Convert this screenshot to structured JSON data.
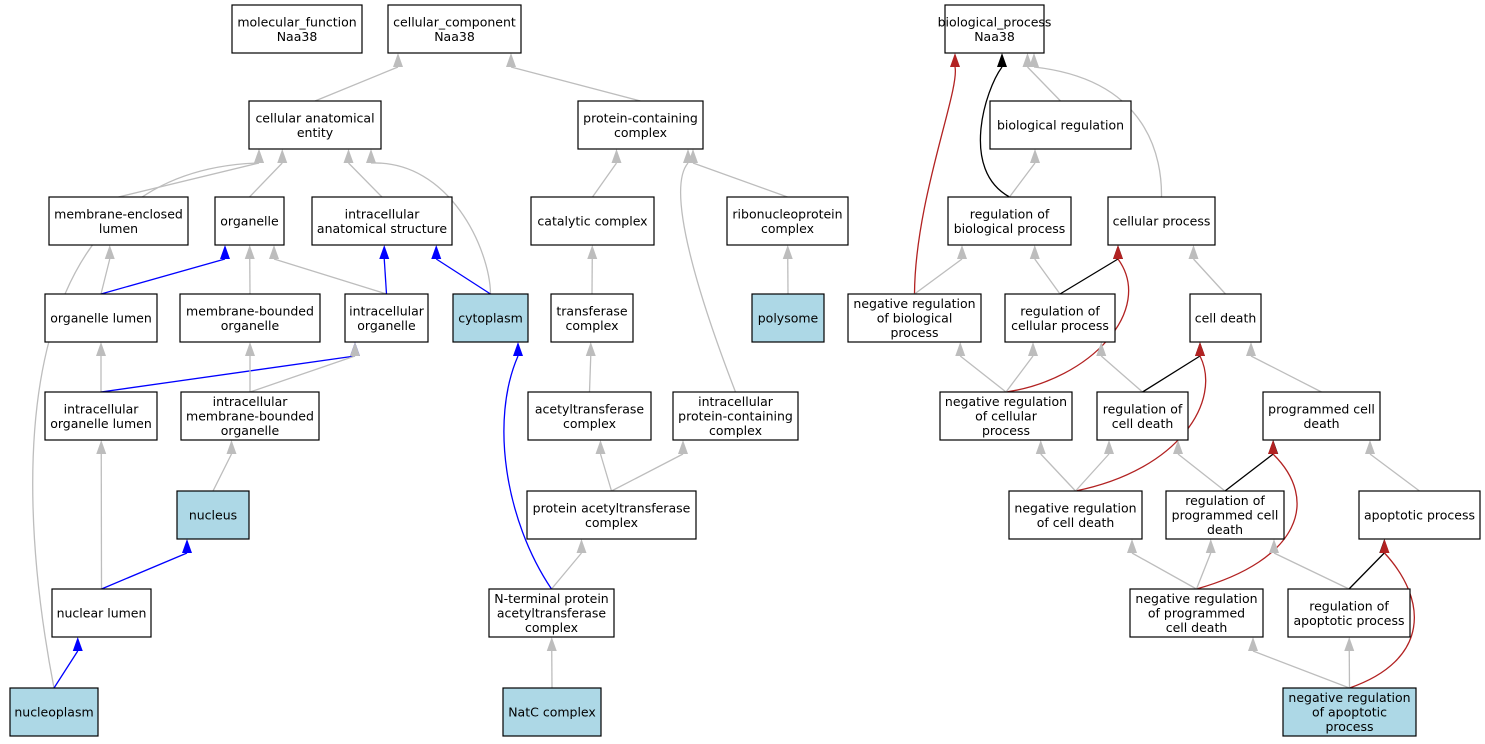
{
  "graph": {
    "colors": {
      "is_a": "#bdbdbd",
      "part_of": "#0000ff",
      "regulates": "#000000",
      "negatively_regulates": "#b22222",
      "highlight_fill": "#add8e6",
      "node_fill": "#ffffff"
    },
    "nodes": {
      "mf": {
        "lines": [
          "molecular_function",
          "Naa38"
        ],
        "highlight": false
      },
      "cc": {
        "lines": [
          "cellular_component",
          "Naa38"
        ],
        "highlight": false
      },
      "bp": {
        "lines": [
          "biological_process",
          "Naa38"
        ],
        "highlight": false
      },
      "cae": {
        "lines": [
          "cellular anatomical",
          "entity"
        ],
        "highlight": false
      },
      "pcc": {
        "lines": [
          "protein-containing",
          "complex"
        ],
        "highlight": false
      },
      "breg": {
        "lines": [
          "biological regulation"
        ],
        "highlight": false
      },
      "mel": {
        "lines": [
          "membrane-enclosed",
          "lumen"
        ],
        "highlight": false
      },
      "org": {
        "lines": [
          "organelle"
        ],
        "highlight": false
      },
      "ias": {
        "lines": [
          "intracellular",
          "anatomical structure"
        ],
        "highlight": false
      },
      "catc": {
        "lines": [
          "catalytic complex"
        ],
        "highlight": false
      },
      "rnp": {
        "lines": [
          "ribonucleoprotein",
          "complex"
        ],
        "highlight": false
      },
      "robp": {
        "lines": [
          "regulation of",
          "biological process"
        ],
        "highlight": false
      },
      "cproc": {
        "lines": [
          "cellular process"
        ],
        "highlight": false
      },
      "orgl": {
        "lines": [
          "organelle lumen"
        ],
        "highlight": false
      },
      "mbo": {
        "lines": [
          "membrane-bounded",
          "organelle"
        ],
        "highlight": false
      },
      "io": {
        "lines": [
          "intracellular",
          "organelle"
        ],
        "highlight": false
      },
      "cyto": {
        "lines": [
          "cytoplasm"
        ],
        "highlight": true
      },
      "trc": {
        "lines": [
          "transferase",
          "complex"
        ],
        "highlight": false
      },
      "poly": {
        "lines": [
          "polysome"
        ],
        "highlight": true
      },
      "nrbp": {
        "lines": [
          "negative regulation",
          "of biological",
          "process"
        ],
        "highlight": false
      },
      "rcp": {
        "lines": [
          "regulation of",
          "cellular process"
        ],
        "highlight": false
      },
      "cd": {
        "lines": [
          "cell death"
        ],
        "highlight": false
      },
      "iol": {
        "lines": [
          "intracellular",
          "organelle lumen"
        ],
        "highlight": false
      },
      "imbo": {
        "lines": [
          "intracellular",
          "membrane-bounded",
          "organelle"
        ],
        "highlight": false
      },
      "actc": {
        "lines": [
          "acetyltransferase",
          "complex"
        ],
        "highlight": false
      },
      "ipcc": {
        "lines": [
          "intracellular",
          "protein-containing",
          "complex"
        ],
        "highlight": false
      },
      "nrcp": {
        "lines": [
          "negative regulation",
          "of cellular",
          "process"
        ],
        "highlight": false
      },
      "rcd": {
        "lines": [
          "regulation of",
          "cell death"
        ],
        "highlight": false
      },
      "pcd": {
        "lines": [
          "programmed cell",
          "death"
        ],
        "highlight": false
      },
      "nuc": {
        "lines": [
          "nucleus"
        ],
        "highlight": true
      },
      "pac": {
        "lines": [
          "protein acetyltransferase",
          "complex"
        ],
        "highlight": false
      },
      "nrcd": {
        "lines": [
          "negative regulation",
          "of cell death"
        ],
        "highlight": false
      },
      "rpcd": {
        "lines": [
          "regulation of",
          "programmed cell",
          "death"
        ],
        "highlight": false
      },
      "ap": {
        "lines": [
          "apoptotic process"
        ],
        "highlight": false
      },
      "nl": {
        "lines": [
          "nuclear lumen"
        ],
        "highlight": false
      },
      "ntpac": {
        "lines": [
          "N-terminal protein",
          "acetyltransferase",
          "complex"
        ],
        "highlight": false
      },
      "nrpcd": {
        "lines": [
          "negative regulation",
          "of programmed",
          "cell death"
        ],
        "highlight": false
      },
      "rap": {
        "lines": [
          "regulation of",
          "apoptotic process"
        ],
        "highlight": false
      },
      "np": {
        "lines": [
          "nucleoplasm"
        ],
        "highlight": true
      },
      "natc": {
        "lines": [
          "NatC complex"
        ],
        "highlight": true
      },
      "nrap": {
        "lines": [
          "negative regulation",
          "of apoptotic",
          "process"
        ],
        "highlight": true
      }
    },
    "edges": [
      {
        "from": "cae",
        "to": "cc",
        "type": "is_a"
      },
      {
        "from": "pcc",
        "to": "cc",
        "type": "is_a"
      },
      {
        "from": "mel",
        "to": "cae",
        "type": "is_a"
      },
      {
        "from": "org",
        "to": "cae",
        "type": "is_a"
      },
      {
        "from": "ias",
        "to": "cae",
        "type": "is_a"
      },
      {
        "from": "cyto",
        "to": "cae",
        "type": "is_a"
      },
      {
        "from": "np",
        "to": "cae",
        "type": "is_a"
      },
      {
        "from": "catc",
        "to": "pcc",
        "type": "is_a"
      },
      {
        "from": "rnp",
        "to": "pcc",
        "type": "is_a"
      },
      {
        "from": "ipcc",
        "to": "pcc",
        "type": "is_a"
      },
      {
        "from": "orgl",
        "to": "mel",
        "type": "is_a"
      },
      {
        "from": "orgl",
        "to": "org",
        "type": "part_of"
      },
      {
        "from": "mbo",
        "to": "org",
        "type": "is_a"
      },
      {
        "from": "io",
        "to": "org",
        "type": "is_a"
      },
      {
        "from": "io",
        "to": "ias",
        "type": "part_of"
      },
      {
        "from": "cyto",
        "to": "ias",
        "type": "part_of"
      },
      {
        "from": "trc",
        "to": "catc",
        "type": "is_a"
      },
      {
        "from": "poly",
        "to": "rnp",
        "type": "is_a"
      },
      {
        "from": "iol",
        "to": "orgl",
        "type": "is_a"
      },
      {
        "from": "iol",
        "to": "io",
        "type": "part_of"
      },
      {
        "from": "imbo",
        "to": "mbo",
        "type": "is_a"
      },
      {
        "from": "imbo",
        "to": "io",
        "type": "is_a"
      },
      {
        "from": "actc",
        "to": "trc",
        "type": "is_a"
      },
      {
        "from": "nuc",
        "to": "imbo",
        "type": "is_a"
      },
      {
        "from": "pac",
        "to": "actc",
        "type": "is_a"
      },
      {
        "from": "pac",
        "to": "ipcc",
        "type": "is_a"
      },
      {
        "from": "nl",
        "to": "iol",
        "type": "is_a"
      },
      {
        "from": "nl",
        "to": "nuc",
        "type": "part_of"
      },
      {
        "from": "ntpac",
        "to": "pac",
        "type": "is_a"
      },
      {
        "from": "ntpac",
        "to": "cyto",
        "type": "part_of"
      },
      {
        "from": "np",
        "to": "nl",
        "type": "part_of"
      },
      {
        "from": "natc",
        "to": "ntpac",
        "type": "is_a"
      },
      {
        "from": "breg",
        "to": "bp",
        "type": "is_a"
      },
      {
        "from": "cproc",
        "to": "bp",
        "type": "is_a"
      },
      {
        "from": "robp",
        "to": "bp",
        "type": "regulates"
      },
      {
        "from": "nrbp",
        "to": "bp",
        "type": "negatively_regulates"
      },
      {
        "from": "robp",
        "to": "breg",
        "type": "is_a"
      },
      {
        "from": "nrbp",
        "to": "robp",
        "type": "is_a"
      },
      {
        "from": "rcp",
        "to": "robp",
        "type": "is_a"
      },
      {
        "from": "rcp",
        "to": "cproc",
        "type": "regulates"
      },
      {
        "from": "nrcp",
        "to": "cproc",
        "type": "negatively_regulates"
      },
      {
        "from": "cd",
        "to": "cproc",
        "type": "is_a"
      },
      {
        "from": "nrcp",
        "to": "nrbp",
        "type": "is_a"
      },
      {
        "from": "nrcp",
        "to": "rcp",
        "type": "is_a"
      },
      {
        "from": "rcd",
        "to": "rcp",
        "type": "is_a"
      },
      {
        "from": "rcd",
        "to": "cd",
        "type": "regulates"
      },
      {
        "from": "nrcd",
        "to": "cd",
        "type": "negatively_regulates"
      },
      {
        "from": "pcd",
        "to": "cd",
        "type": "is_a"
      },
      {
        "from": "nrcd",
        "to": "nrcp",
        "type": "is_a"
      },
      {
        "from": "nrcd",
        "to": "rcd",
        "type": "is_a"
      },
      {
        "from": "rpcd",
        "to": "rcd",
        "type": "is_a"
      },
      {
        "from": "rpcd",
        "to": "pcd",
        "type": "regulates"
      },
      {
        "from": "nrpcd",
        "to": "pcd",
        "type": "negatively_regulates"
      },
      {
        "from": "ap",
        "to": "pcd",
        "type": "is_a"
      },
      {
        "from": "nrpcd",
        "to": "nrcd",
        "type": "is_a"
      },
      {
        "from": "nrpcd",
        "to": "rpcd",
        "type": "is_a"
      },
      {
        "from": "rap",
        "to": "rpcd",
        "type": "is_a"
      },
      {
        "from": "rap",
        "to": "ap",
        "type": "regulates"
      },
      {
        "from": "nrap",
        "to": "ap",
        "type": "negatively_regulates"
      },
      {
        "from": "nrap",
        "to": "nrpcd",
        "type": "is_a"
      },
      {
        "from": "nrap",
        "to": "rap",
        "type": "is_a"
      }
    ]
  }
}
